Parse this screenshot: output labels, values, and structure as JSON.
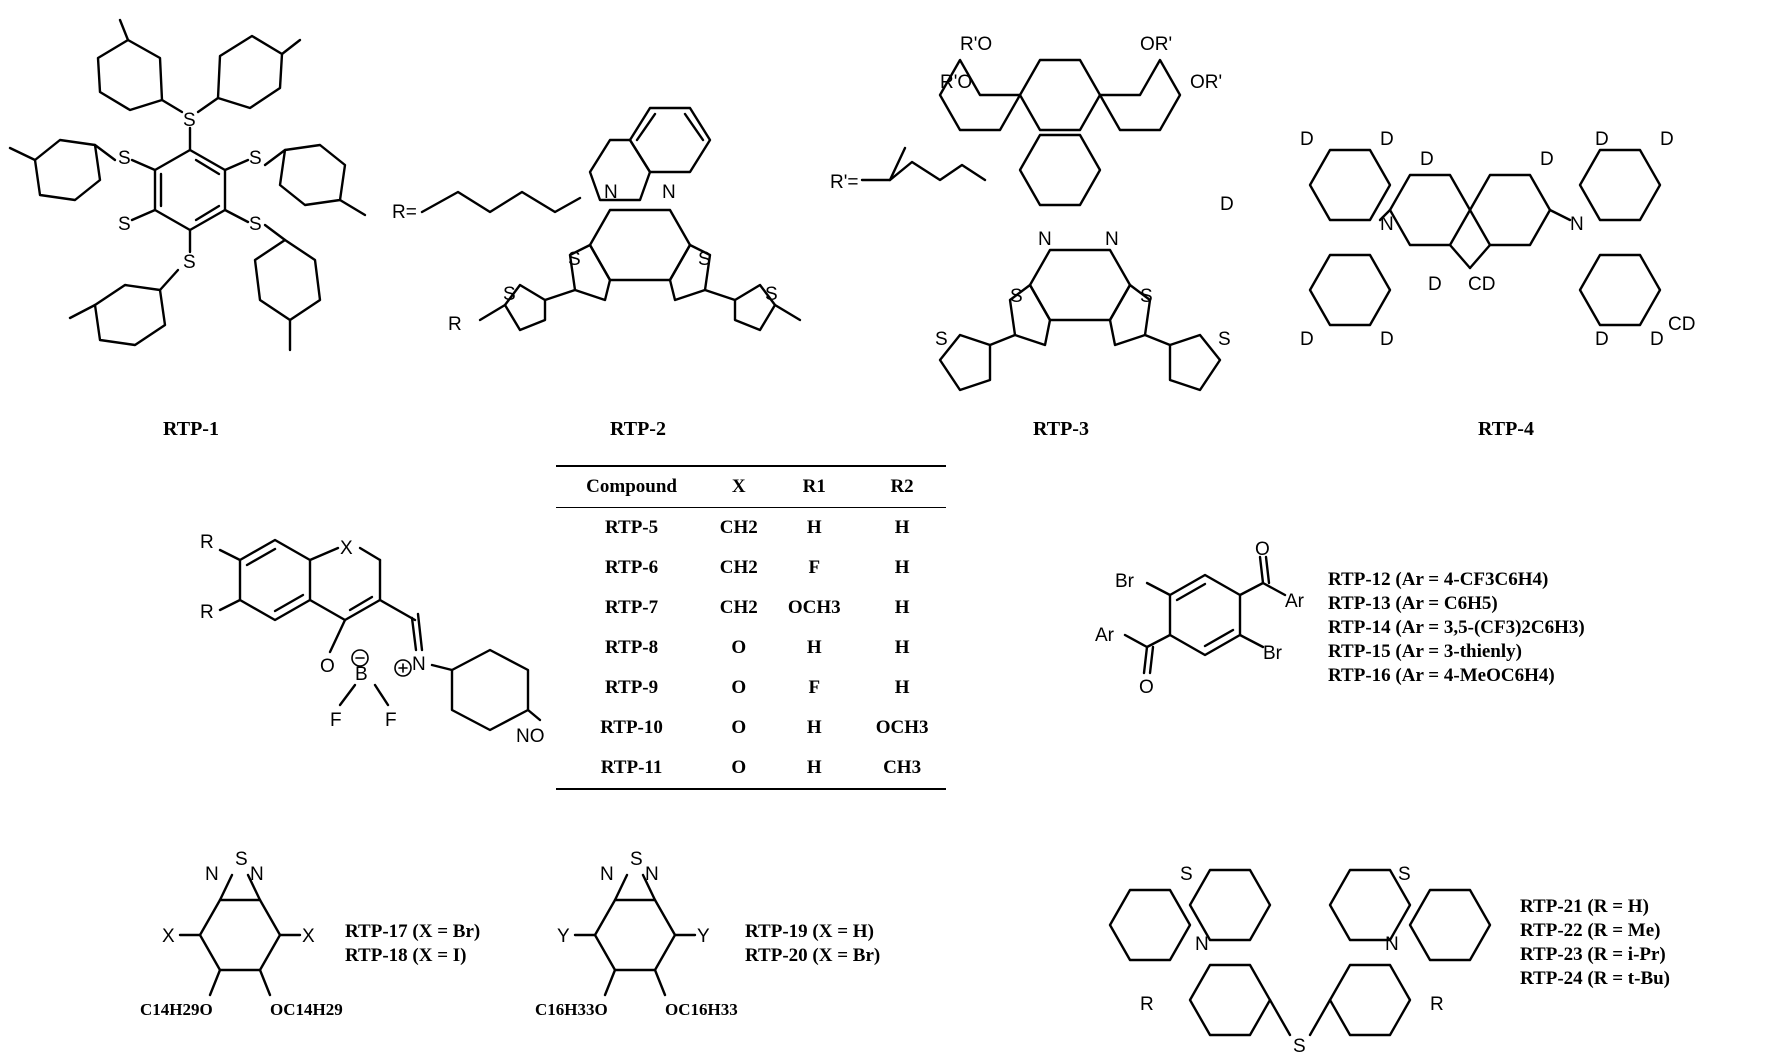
{
  "compound_labels": {
    "rtp1": "RTP-1",
    "rtp2": "RTP-2",
    "rtp3": "RTP-3",
    "rtp4": "RTP-4"
  },
  "atoms": {
    "S": "S",
    "N": "N",
    "O": "O",
    "B": "B",
    "F": "F",
    "D": "D",
    "R": "R",
    "X": "X",
    "Y": "Y",
    "Br": "Br",
    "Ar": "Ar",
    "R1": "R",
    "R2": "R",
    "NO2": "NO",
    "CD3": "CD",
    "D3C": "D",
    "RO": "R'O",
    "OR": "OR'",
    "R_eq": "R=",
    "Rprime_eq": "R'="
  },
  "substituent_labels": {
    "c14": "C14H29O",
    "oc14": "OC14H29",
    "c16": "C16H33O",
    "oc16": "OC16H33"
  },
  "table": {
    "headers": [
      "Compound",
      "X",
      "R1",
      "R2"
    ],
    "rows": [
      [
        "RTP-5",
        "CH2",
        "H",
        "H"
      ],
      [
        "RTP-6",
        "CH2",
        "F",
        "H"
      ],
      [
        "RTP-7",
        "CH2",
        "OCH3",
        "H"
      ],
      [
        "RTP-8",
        "O",
        "H",
        "H"
      ],
      [
        "RTP-9",
        "O",
        "F",
        "H"
      ],
      [
        "RTP-10",
        "O",
        "H",
        "OCH3"
      ],
      [
        "RTP-11",
        "O",
        "H",
        "CH3"
      ]
    ]
  },
  "series_12_16": [
    "RTP-12 (Ar = 4-CF3C6H4)",
    "RTP-13 (Ar = C6H5)",
    "RTP-14 (Ar = 3,5-(CF3)2C6H3)",
    "RTP-15 (Ar = 3-thienly)",
    "RTP-16 (Ar = 4-MeOC6H4)"
  ],
  "series_17_18": [
    "RTP-17 (X = Br)",
    "RTP-18 (X = I)"
  ],
  "series_19_20": [
    "RTP-19 (X = H)",
    "RTP-20 (X = Br)"
  ],
  "series_21_24": [
    "RTP-21 (R = H)",
    "RTP-22 (R = Me)",
    "RTP-23 (R = i-Pr)",
    "RTP-24 (R = t-Bu)"
  ]
}
